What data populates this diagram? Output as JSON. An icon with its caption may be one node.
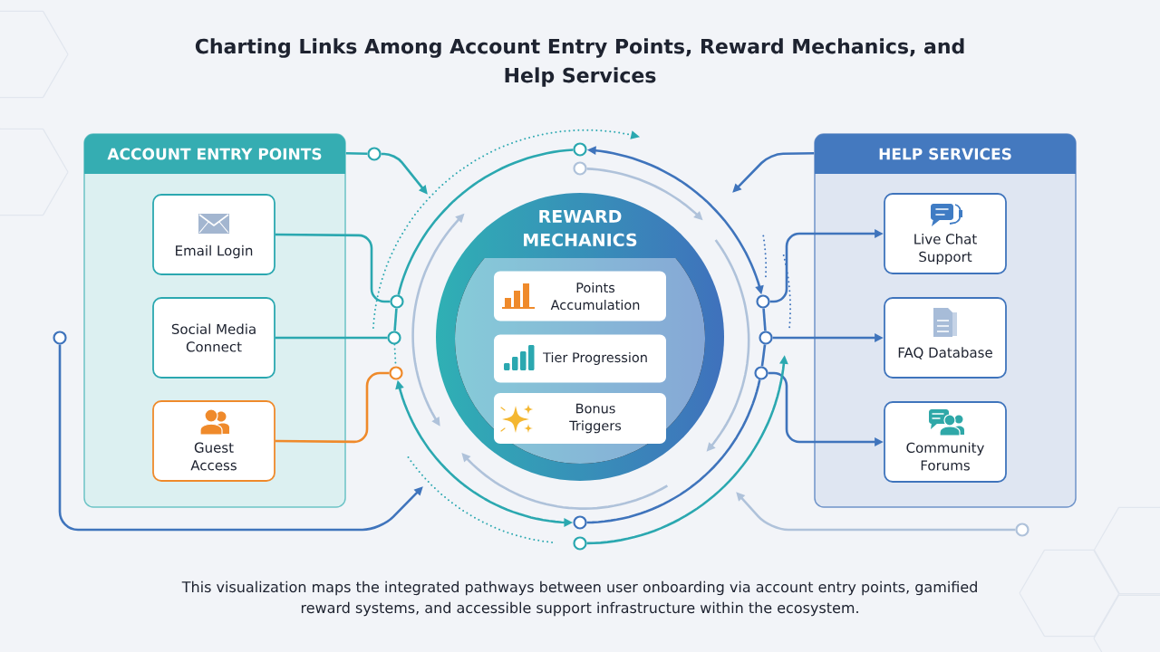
{
  "diagram": {
    "title": "Charting Links Among Account Entry Points, Reward Mechanics, and Help Services",
    "caption": "This visualization maps the integrated pathways between user onboarding via account entry points, gamified reward systems, and accessible support infrastructure within the ecosystem.",
    "nodes": [
      {
        "text": [
          "ACCOUNT ENTRY POINTS"
        ]
      },
      {
        "text": [
          "Email Login"
        ],
        "in": 0
      },
      {
        "text": [
          "Social Media Connect"
        ],
        "in": 0
      },
      {
        "text": [
          "Guest Access"
        ],
        "in": 0
      },
      {
        "text": [
          "REWARD MECHANICS"
        ]
      },
      {
        "text": [
          "Points Accumulation"
        ],
        "in": 4
      },
      {
        "text": [
          "Tier Progression"
        ],
        "in": 4
      },
      {
        "text": [
          "Bonus Triggers"
        ],
        "in": 4
      },
      {
        "text": [
          "HELP SERVICES"
        ]
      },
      {
        "text": [
          "Live Chat Support"
        ],
        "in": 8
      },
      {
        "text": [
          "FAQ Database"
        ],
        "in": 8
      },
      {
        "text": [
          "Community Forums"
        ],
        "in": 8
      },
      {
        "text": [],
        "shape": "circle"
      },
      {
        "text": [],
        "shape": "circle"
      },
      {
        "text": [],
        "shape": "circle"
      },
      {
        "text": [],
        "shape": "circle"
      },
      {
        "text": [],
        "shape": "circle"
      },
      {
        "text": [],
        "shape": "circle"
      },
      {
        "text": [],
        "shape": "circle"
      },
      {
        "text": [],
        "shape": "circle"
      },
      {
        "text": [],
        "shape": "circle"
      },
      {
        "text": [],
        "shape": "circle"
      },
      {
        "text": [],
        "shape": "circle"
      },
      {
        "text": [],
        "shape": "circle"
      },
      {
        "text": [],
        "shape": "circle"
      }
    ],
    "edges": [
      {
        "from": 0,
        "to": 24,
        "arrow": "none"
      },
      {
        "from": 24,
        "to": null,
        "arrow": "to"
      },
      {
        "from": 1,
        "to": 12,
        "arrow": "none"
      },
      {
        "from": 2,
        "to": 13,
        "arrow": "none"
      },
      {
        "from": 3,
        "to": 14,
        "arrow": "none",
        "color": "#ef8a2b"
      },
      {
        "from": 12,
        "to": 13,
        "arrow": "none"
      },
      {
        "from": 13,
        "to": 14,
        "arrow": "none",
        "style": "dashed"
      },
      {
        "from": 12,
        "to": 15,
        "arrow": "none"
      },
      {
        "from": 15,
        "to": 17,
        "arrow": "both",
        "color": "#3f74bc"
      },
      {
        "from": 16,
        "to": null,
        "arrow": "to",
        "color": "#afc2da"
      },
      {
        "from": 17,
        "to": 9,
        "arrow": "to",
        "color": "#3f74bc"
      },
      {
        "from": 18,
        "to": 10,
        "arrow": "to",
        "color": "#3f74bc"
      },
      {
        "from": 19,
        "to": 11,
        "arrow": "to",
        "color": "#3f74bc"
      },
      {
        "from": 17,
        "to": 18,
        "arrow": "none",
        "color": "#3f74bc"
      },
      {
        "from": 18,
        "to": 19,
        "arrow": "none",
        "color": "#3f74bc"
      },
      {
        "from": 8,
        "to": null,
        "arrow": "to",
        "color": "#3f74bc"
      },
      {
        "from": 19,
        "to": 20,
        "arrow": "none",
        "color": "#3f74bc"
      },
      {
        "from": 14,
        "to": 20,
        "arrow": "both"
      },
      {
        "from": 21,
        "to": null,
        "arrow": "to"
      },
      {
        "from": 22,
        "to": null,
        "arrow": "to",
        "color": "#3f74bc"
      },
      {
        "from": 23,
        "to": null,
        "arrow": "to",
        "color": "#afc2da"
      }
    ]
  }
}
